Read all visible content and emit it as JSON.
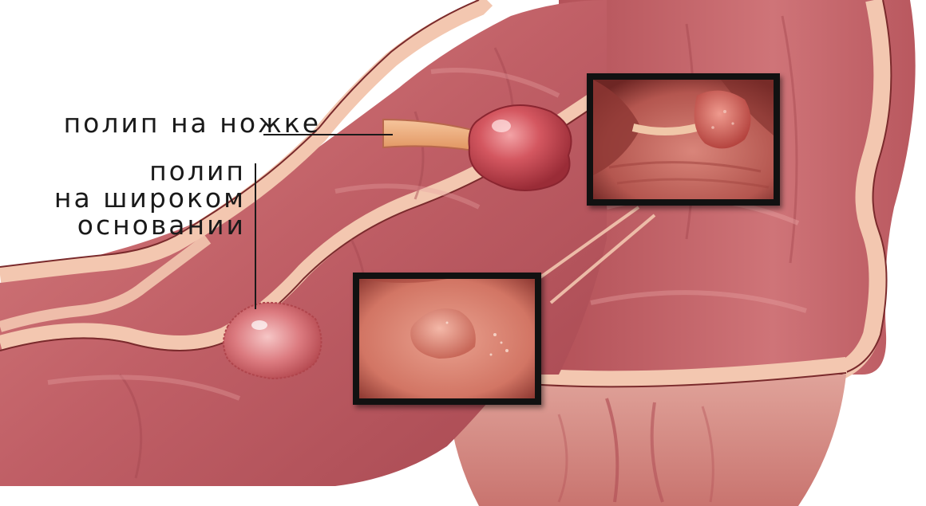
{
  "labels": {
    "stalk_polyp": "полип на ножке",
    "broad_polyp_line1": "полип",
    "broad_polyp_line2": "на широком",
    "broad_polyp_line3": "основании"
  },
  "colors": {
    "tissue": "#c9646a",
    "tissue_dark": "#9b3e46",
    "wall": "#f3c7b0",
    "outline": "#7a2a2c",
    "polyp": "#d4575f",
    "mucosa": "#d87a72"
  }
}
